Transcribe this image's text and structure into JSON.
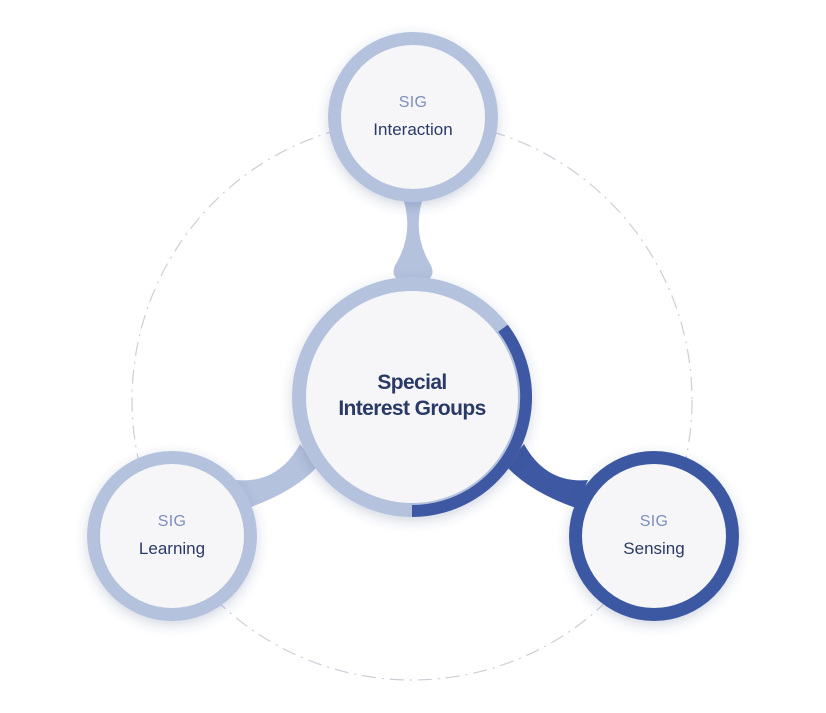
{
  "center": {
    "line1": "Special",
    "line2": "Interest Groups"
  },
  "nodes": {
    "interaction": {
      "prefix": "SIG",
      "name": "Interaction",
      "highlighted": false
    },
    "learning": {
      "prefix": "SIG",
      "name": "Learning",
      "highlighted": false
    },
    "sensing": {
      "prefix": "SIG",
      "name": "Sensing",
      "highlighted": true
    }
  },
  "colors": {
    "ring_light": "#b5c2de",
    "ring_dark": "#3e58a3",
    "fill": "#f6f6f8",
    "text_dark": "#2a3a66",
    "text_prefix": "#7d8fbf",
    "orbit_dash": "#cccfd9"
  }
}
